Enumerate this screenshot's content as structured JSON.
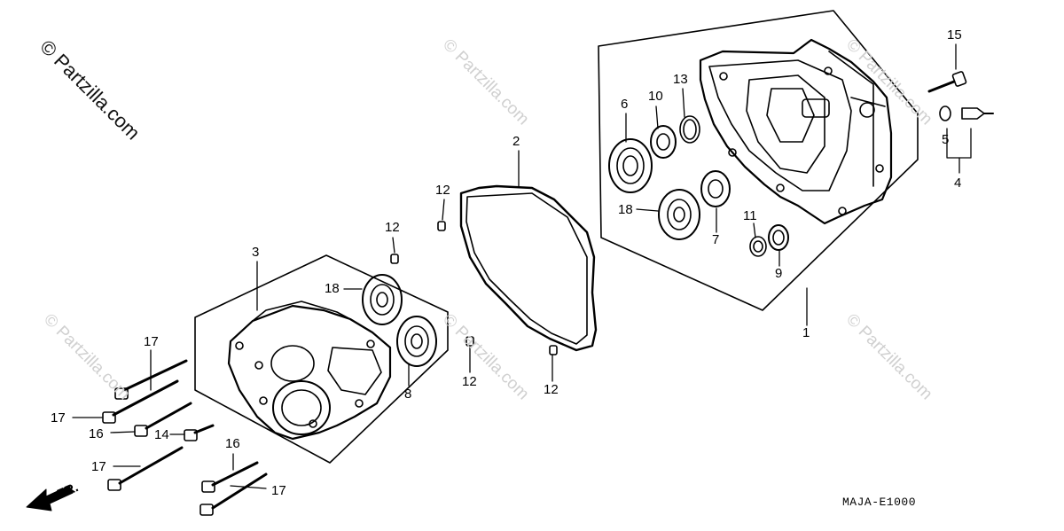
{
  "watermark": {
    "text": "© Partzilla.com"
  },
  "diagram": {
    "code": "MAJA-E1000",
    "direction_label": "FR.",
    "callouts": {
      "c1": "1",
      "c2": "2",
      "c3": "3",
      "c4": "4",
      "c5": "5",
      "c6": "6",
      "c7": "7",
      "c8": "8",
      "c9": "9",
      "c10": "10",
      "c11": "11",
      "c12a": "12",
      "c12b": "12",
      "c12c": "12",
      "c12d": "12",
      "c13": "13",
      "c14": "14",
      "c15": "15",
      "c16a": "16",
      "c16b": "16",
      "c17a": "17",
      "c17b": "17",
      "c17c": "17",
      "c17d": "17",
      "c18a": "18",
      "c18b": "18"
    }
  }
}
